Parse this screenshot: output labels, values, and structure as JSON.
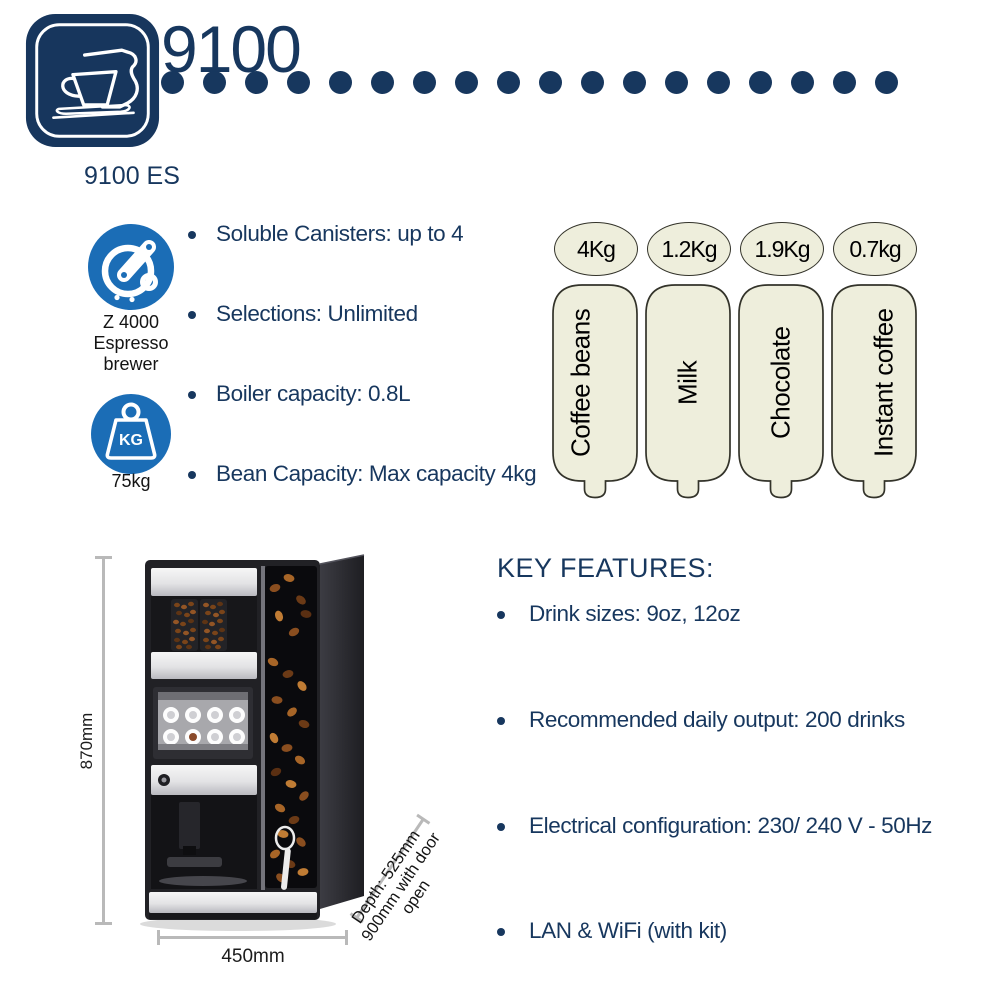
{
  "header": {
    "logo_icon": "coffee-cup-logo",
    "title": "9100",
    "model": "9100 ES",
    "dots_count": 18
  },
  "brewer_badge": {
    "icon": "espresso-brewer-icon",
    "caption_lines": [
      "Z 4000",
      "Espresso",
      "brewer"
    ]
  },
  "weight_badge": {
    "icon": "kg-weight-icon",
    "glyph_label": "KG",
    "caption": "75kg"
  },
  "specs": [
    "Soluble Canisters: up to 4",
    "Selections: Unlimited",
    "Boiler capacity: 0.8L",
    "Bean Capacity:  Max capacity 4kg"
  ],
  "canisters": [
    {
      "capacity": "4Kg",
      "name": "Coffee beans"
    },
    {
      "capacity": "1.2Kg",
      "name": "Milk"
    },
    {
      "capacity": "1.9Kg",
      "name": "Chocolate"
    },
    {
      "capacity": "0.7kg",
      "name": "Instant coffee"
    }
  ],
  "machine_dimensions": {
    "height": "870mm",
    "width": "450mm",
    "depth_line1": "Depth: 525mm",
    "depth_line2": "900mm with door open"
  },
  "key_features": {
    "title": "KEY FEATURES:",
    "items": [
      "Drink sizes: 9oz, 12oz",
      "Recommended daily output: 200 drinks",
      "Electrical configuration: 230/ 240 V - 50Hz",
      "LAN & WiFi (with kit)"
    ]
  },
  "colors": {
    "navy": "#17375e",
    "badge_blue": "#1b6db6",
    "canister_fill": "#eeeedc",
    "dimension_gray": "#b9b9b9"
  }
}
